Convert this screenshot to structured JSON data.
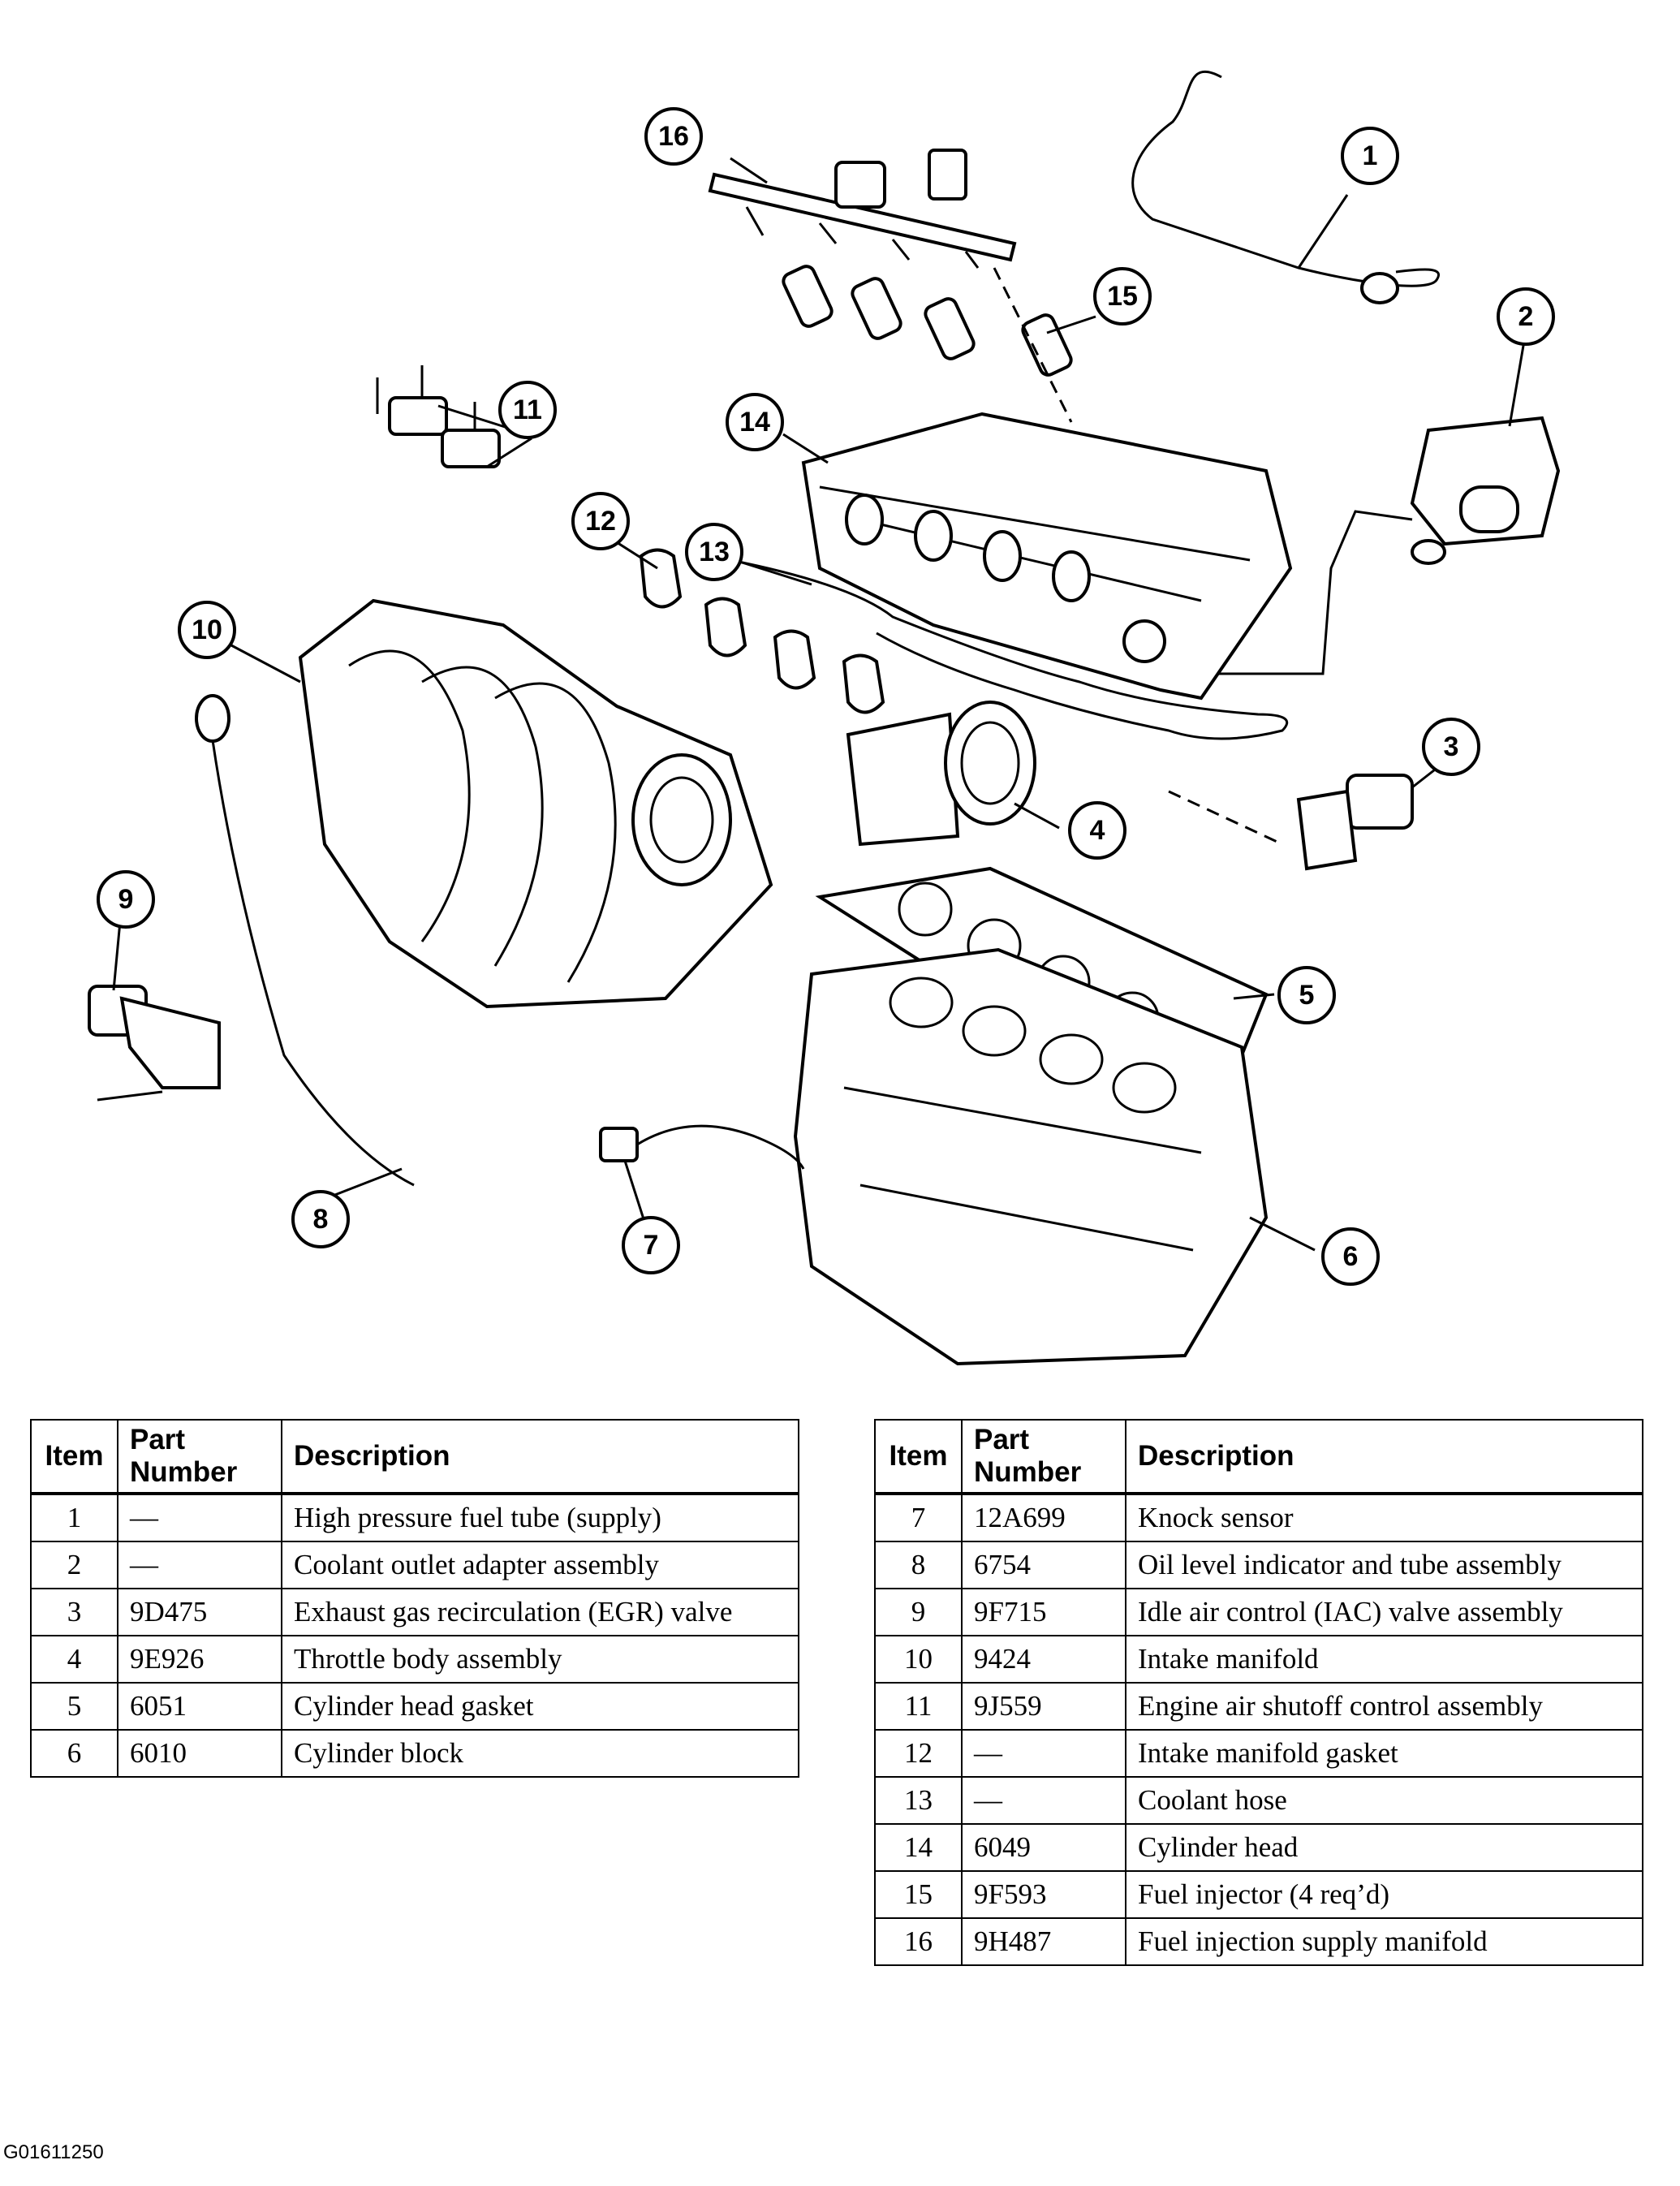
{
  "diagram": {
    "callouts": [
      "1",
      "2",
      "3",
      "4",
      "5",
      "6",
      "7",
      "8",
      "9",
      "10",
      "11",
      "12",
      "13",
      "14",
      "15",
      "16"
    ]
  },
  "tables": {
    "headers": {
      "item": "Item",
      "part_number": "Part Number",
      "description": "Description"
    },
    "left": [
      {
        "item": "1",
        "part_number": "—",
        "description": "High pressure fuel tube (supply)"
      },
      {
        "item": "2",
        "part_number": "—",
        "description": "Coolant outlet adapter assembly"
      },
      {
        "item": "3",
        "part_number": "9D475",
        "description": "Exhaust gas recirculation (EGR) valve"
      },
      {
        "item": "4",
        "part_number": "9E926",
        "description": "Throttle body assembly"
      },
      {
        "item": "5",
        "part_number": "6051",
        "description": "Cylinder head gasket"
      },
      {
        "item": "6",
        "part_number": "6010",
        "description": "Cylinder block"
      }
    ],
    "right": [
      {
        "item": "7",
        "part_number": "12A699",
        "description": "Knock sensor"
      },
      {
        "item": "8",
        "part_number": "6754",
        "description": "Oil level indicator and tube assembly"
      },
      {
        "item": "9",
        "part_number": "9F715",
        "description": "Idle air control (IAC) valve assembly"
      },
      {
        "item": "10",
        "part_number": "9424",
        "description": "Intake manifold"
      },
      {
        "item": "11",
        "part_number": "9J559",
        "description": "Engine air shutoff control assembly"
      },
      {
        "item": "12",
        "part_number": "—",
        "description": "Intake manifold gasket"
      },
      {
        "item": "13",
        "part_number": "—",
        "description": "Coolant hose"
      },
      {
        "item": "14",
        "part_number": "6049",
        "description": "Cylinder head"
      },
      {
        "item": "15",
        "part_number": "9F593",
        "description": "Fuel injector (4 req’d)"
      },
      {
        "item": "16",
        "part_number": "9H487",
        "description": "Fuel injection supply manifold"
      }
    ]
  },
  "figure_id": "G01611250"
}
